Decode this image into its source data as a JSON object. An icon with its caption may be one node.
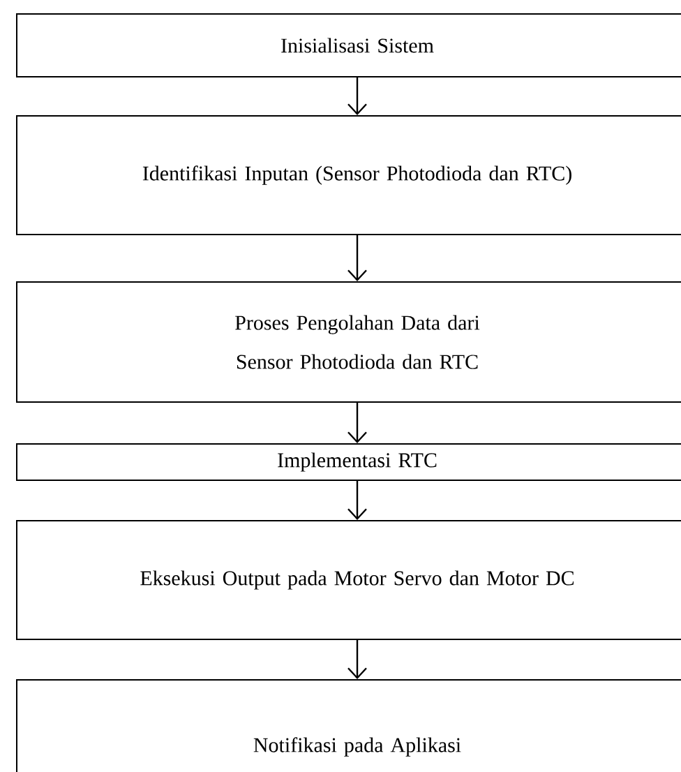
{
  "diagram": {
    "nodes": [
      {
        "text": [
          "Inisialisasi Sistem"
        ]
      },
      {
        "text": [
          "Identifikasi Inputan (Sensor Photodioda dan RTC)"
        ]
      },
      {
        "text": [
          "Proses Pengolahan Data dari Sensor Photodioda dan RTC"
        ]
      },
      {
        "text": [
          "Implementasi RTC"
        ]
      },
      {
        "text": [
          "Eksekusi Output pada Motor Servo dan Motor DC"
        ]
      },
      {
        "text": [
          "Notifikasi pada Aplikasi"
        ]
      }
    ],
    "edges": [
      {
        "from": 0,
        "to": 1,
        "arrow": "to"
      },
      {
        "from": 1,
        "to": 2,
        "arrow": "to"
      },
      {
        "from": 2,
        "to": 3,
        "arrow": "to"
      },
      {
        "from": 3,
        "to": 4,
        "arrow": "to"
      },
      {
        "from": 4,
        "to": 5,
        "arrow": "to"
      }
    ]
  }
}
